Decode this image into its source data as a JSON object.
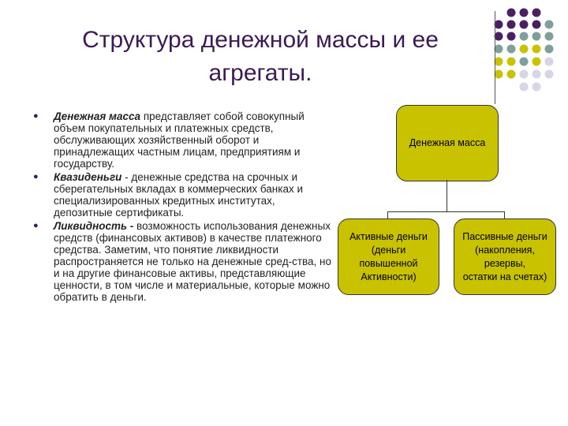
{
  "slide": {
    "title": "Структура  денежной массы и ее агрегаты."
  },
  "bullets": [
    {
      "term": "Денежная масса",
      "text": " представляет собой совокупный объем покупательных и платежных средств, обслуживающих хозяйственный оборот и принадлежащих частным лицам, предприятиям и государству."
    },
    {
      "term": "Квазиденьги",
      "text": " - денежные средства на срочных и сберегательных вкладах в коммерческих банках и специализированных кредитных институтах, депозитные сертификаты."
    },
    {
      "term": "Ликвидность -",
      "text": " возможность использования денежных средств (финансовых активов) в качестве платежного средства. Заметим, что понятие ликвидности распространяется не только на денежные сред-ства, но и на другие финансовые активы, представляющие ценности, в том числе и материальные, которые можно обратить в деньги."
    }
  ],
  "diagram": {
    "root": "Денежная масса",
    "left_lines": [
      "Активные деньги",
      "(деньги",
      "повышенной",
      "Активности)"
    ],
    "right_lines": [
      "Пассивные деньги",
      "(накопления,",
      "резервы,",
      "остатки на счетах)"
    ]
  },
  "decoration": {
    "colors": {
      "purple": "#4a2062",
      "gray": "#7f9f9c",
      "olive": "#c9c200",
      "lavender": "#d9d4e6"
    }
  }
}
